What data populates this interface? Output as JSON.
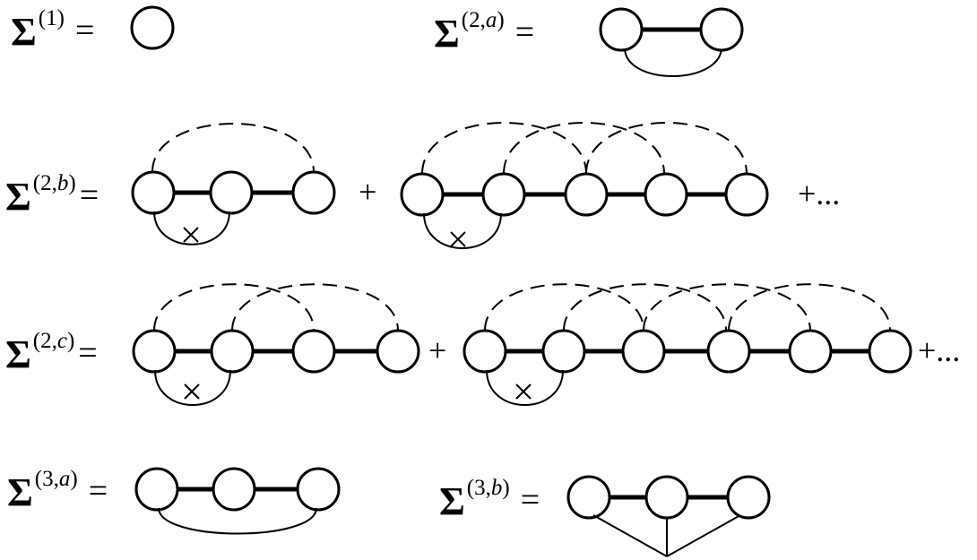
{
  "diagrams": [
    {
      "id": "s1",
      "symbol": "Σ",
      "sup_open": "(",
      "sup_num": "1",
      "sup_sep": "",
      "sup_var": "",
      "sup_close": ")",
      "equals": "="
    },
    {
      "id": "s2a",
      "symbol": "Σ",
      "sup_open": "(",
      "sup_num": "2",
      "sup_sep": ",",
      "sup_var": "a",
      "sup_close": ")",
      "equals": "="
    },
    {
      "id": "s2b",
      "symbol": "Σ",
      "sup_open": "(",
      "sup_num": "2",
      "sup_sep": ",",
      "sup_var": "b",
      "sup_close": ")",
      "equals": "="
    },
    {
      "id": "s2c",
      "symbol": "Σ",
      "sup_open": "(",
      "sup_num": "2",
      "sup_sep": ",",
      "sup_var": "c",
      "sup_close": ")",
      "equals": "="
    },
    {
      "id": "s3a",
      "symbol": "Σ",
      "sup_open": "(",
      "sup_num": "3",
      "sup_sep": ",",
      "sup_var": "a",
      "sup_close": ")",
      "equals": "="
    },
    {
      "id": "s3b",
      "symbol": "Σ",
      "sup_open": "(",
      "sup_num": "3",
      "sup_sep": ",",
      "sup_var": "b",
      "sup_close": ")",
      "equals": "="
    }
  ],
  "operators": {
    "plus": "+",
    "plus_ellipsis": "+..."
  },
  "colors": {
    "stroke": "#000000",
    "background": "#ffffff"
  }
}
